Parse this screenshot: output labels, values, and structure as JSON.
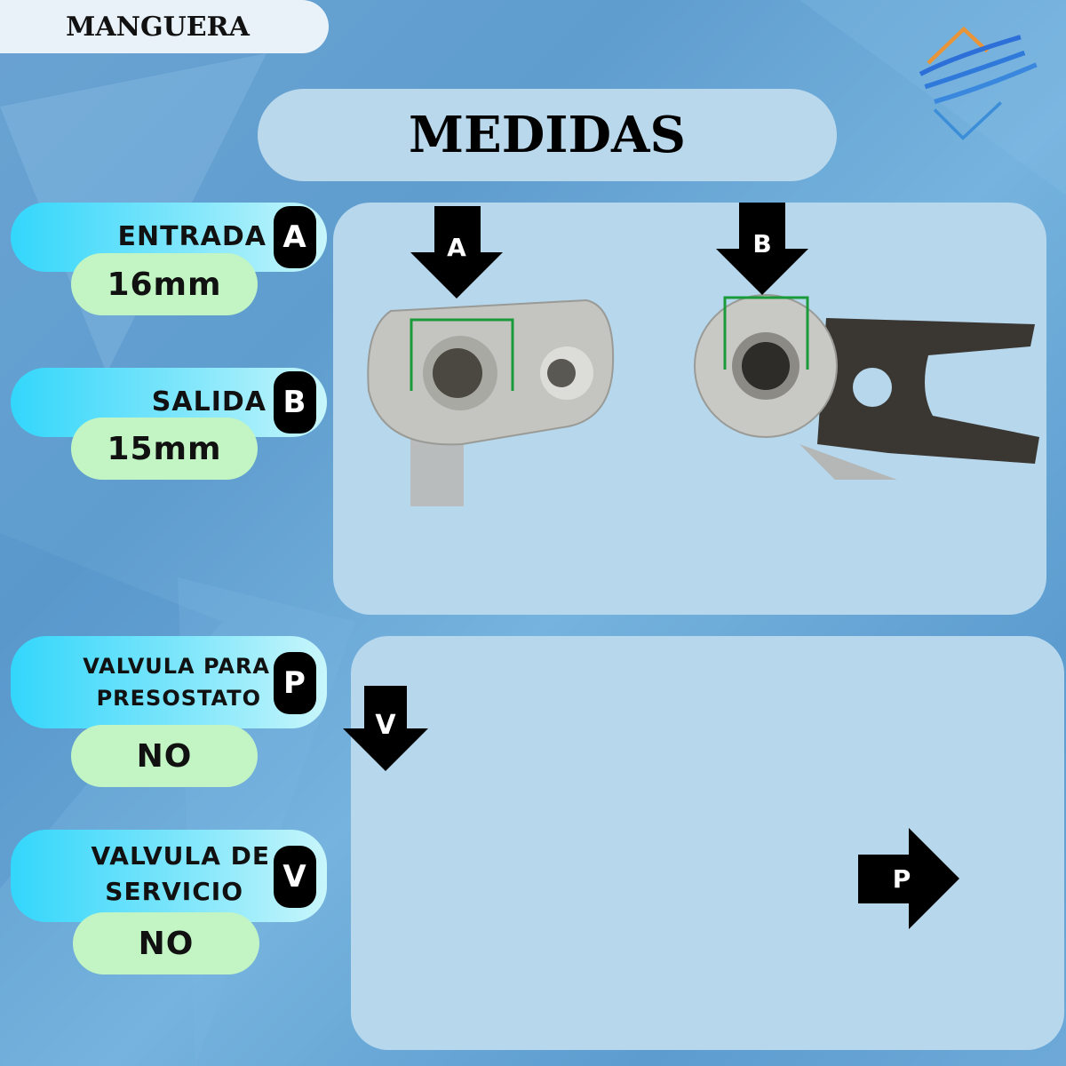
{
  "header": {
    "category": "MANGUERA",
    "title": "MEDIDAS"
  },
  "specs": [
    {
      "label": "ENTRADA",
      "badge": "A",
      "value": "16mm"
    },
    {
      "label": "SALIDA",
      "badge": "B",
      "value": "15mm"
    },
    {
      "label_line1": "VALVULA PARA",
      "label_line2": "PRESOSTATO",
      "badge": "P",
      "value": "NO"
    },
    {
      "label_line1": "VALVULA DE",
      "label_line2": "SERVICIO",
      "badge": "V",
      "value": "NO"
    }
  ],
  "photo_panel": {
    "arrow_a": "A",
    "arrow_b": "B"
  },
  "valve_panel": {
    "arrow_v": "V",
    "arrow_p": "P"
  },
  "colors": {
    "bracket": "#1a9a3a",
    "panel": "#b6d7ec",
    "value_pill": "#c2f5c3"
  }
}
